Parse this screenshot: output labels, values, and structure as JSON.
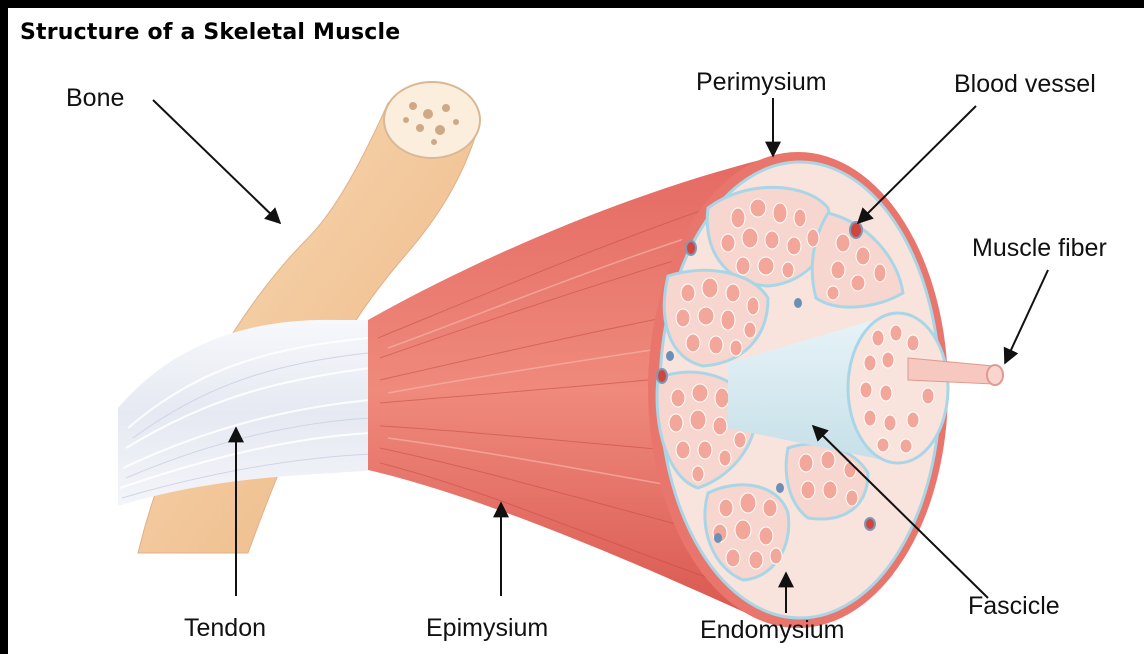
{
  "title": "Structure of a Skeletal Muscle",
  "labels": {
    "bone": "Bone",
    "perimysium": "Perimysium",
    "blood_vessel": "Blood vessel",
    "muscle_fiber": "Muscle fiber",
    "tendon": "Tendon",
    "epimysium": "Epimysium",
    "endomysium": "Endomysium",
    "fascicle": "Fascicle"
  },
  "colors": {
    "bone": "#f3caa0",
    "muscle": "#e8756c",
    "muscle_dark": "#d2574f",
    "tendon": "#eef0f6",
    "fascicle_interior": "#f7d6cf",
    "fiber_cell": "#f2a79a",
    "perimysium_line": "#9fd0e2"
  }
}
